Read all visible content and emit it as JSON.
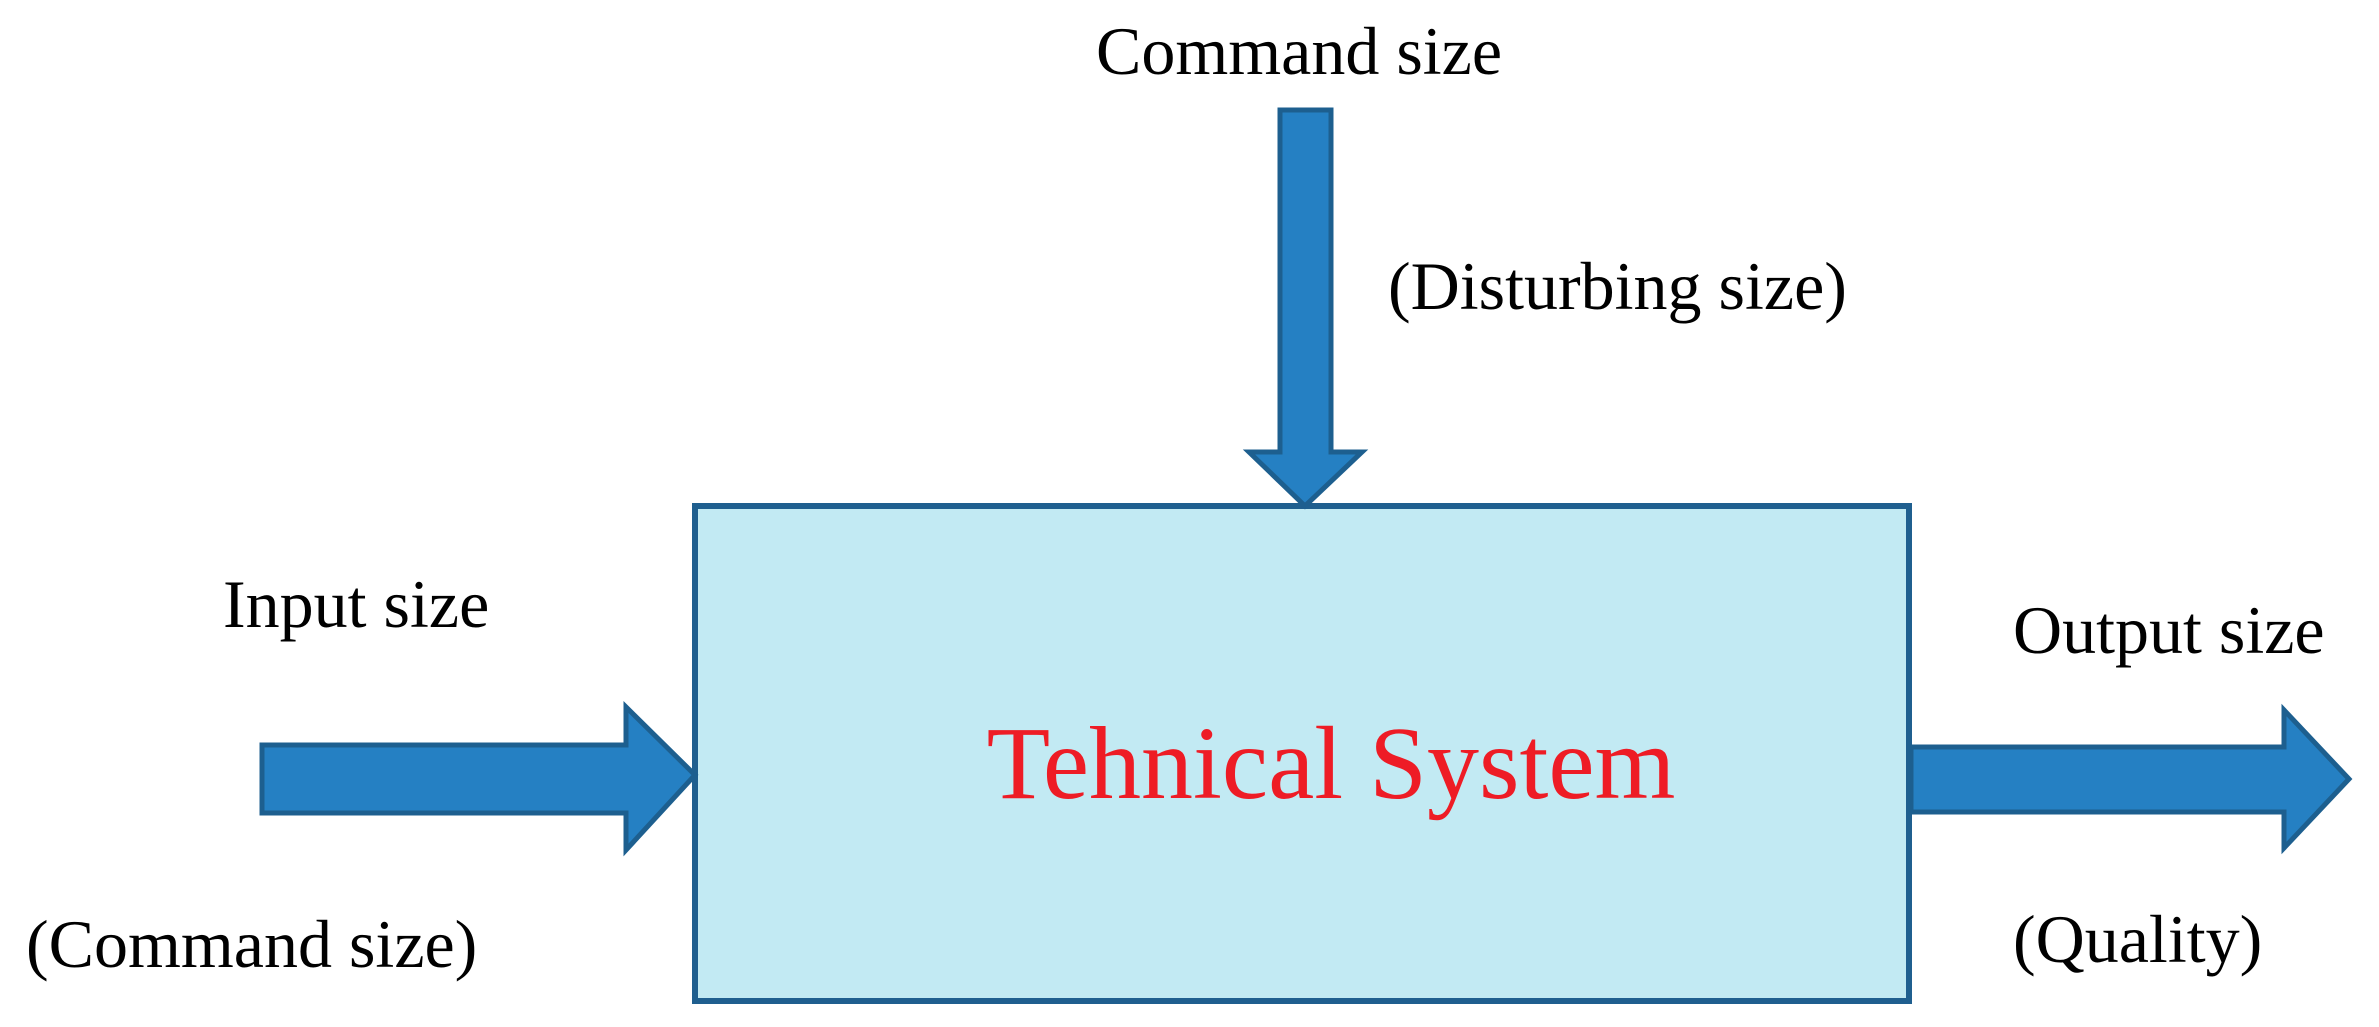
{
  "diagram": {
    "top_label": "Command size",
    "top_sublabel": "(Disturbing size)",
    "left_label": "Input size",
    "left_sublabel": "(Command size)",
    "right_label": "Output size",
    "right_sublabel": "(Quality)",
    "system_label": "Tehnical System"
  },
  "colors": {
    "arrow_fill": "#2580c3",
    "arrow_stroke": "#1d5f8f",
    "box_fill": "#c2eaf3",
    "box_stroke": "#1f5f8f",
    "system_text": "#ee1c25"
  }
}
